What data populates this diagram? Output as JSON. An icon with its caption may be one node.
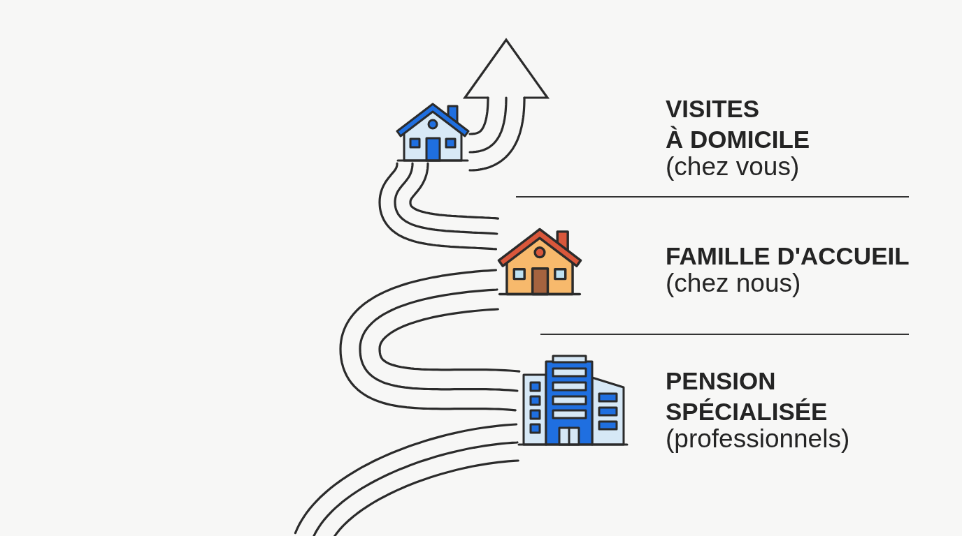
{
  "diagram": {
    "nodes": [
      {
        "text": [],
        "shape": "picture",
        "beside": [
          "VISITES À DOMICILE",
          "(chez vous)"
        ]
      },
      {
        "text": [],
        "shape": "picture",
        "beside": [
          "FAMILLE D'ACCUEIL",
          "(chez nous)"
        ]
      },
      {
        "text": [],
        "shape": "picture",
        "beside": [
          "PENSION SPÉCIALISÉE",
          "(professionnels)"
        ]
      }
    ],
    "edges": [
      {
        "from": null,
        "to": 2,
        "arrow": "none"
      },
      {
        "from": 2,
        "to": 1,
        "arrow": "none"
      },
      {
        "from": 1,
        "to": 0,
        "arrow": "none"
      },
      {
        "from": 0,
        "to": null,
        "arrow": "to"
      }
    ]
  }
}
